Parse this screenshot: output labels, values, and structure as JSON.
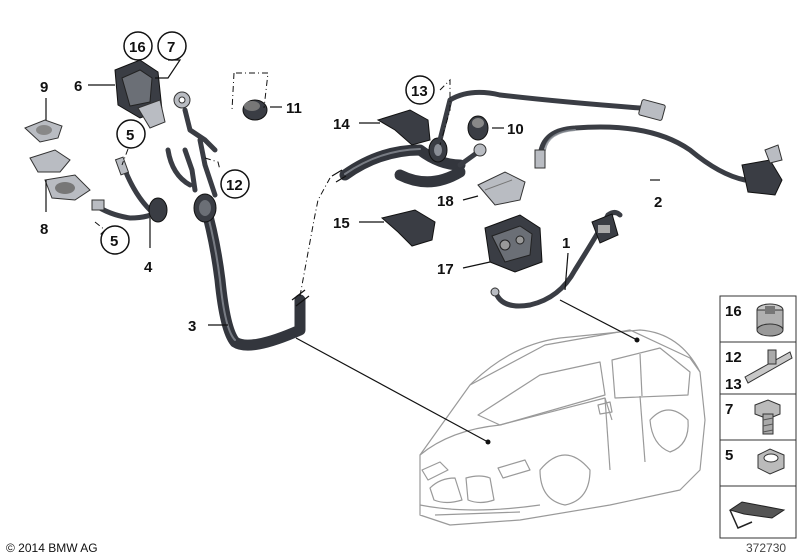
{
  "callouts": {
    "c1": "1",
    "c2": "2",
    "c3": "3",
    "c4": "4",
    "c5a": "5",
    "c5b": "5",
    "c6": "6",
    "c7": "7",
    "c8": "8",
    "c9": "9",
    "c10": "10",
    "c11": "11",
    "c12": "12",
    "c13": "13",
    "c14": "14",
    "c15": "15",
    "c16": "16",
    "c17": "17",
    "c18": "18"
  },
  "side_panel": {
    "p16": "16",
    "p12": "12",
    "p13": "13",
    "p7": "7",
    "p5": "5"
  },
  "footer": {
    "copyright": "© 2014 BMW AG",
    "diagram_number": "372730"
  }
}
